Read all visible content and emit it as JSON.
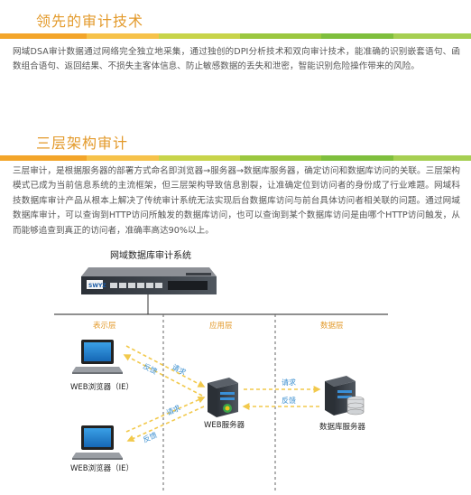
{
  "section1": {
    "title": "领先的审计技术",
    "body": "网域DSA审计数据通过网络完全独立地采集，通过独创的DPI分析技术和双向审计技术，能准确的识别嵌套语句、函数组合语句、返回结果、不损失主客体信息、防止敏感数据的丢失和泄密，智能识别危险操作带来的风险。"
  },
  "section2": {
    "title": "三层架构审计",
    "body": "三层审计，是根据服务器的部署方式命名即浏览器→服务器→数据库服务器，确定访问和数据库访问的关联。三层架构模式已成为当前信息系统的主流框架，但三层架构导致信息割裂，让准确定位到访问者的身份成了行业难题。网域科技数据库审计产品从根本上解决了传统审计系统无法实现后台数据库访问与前台具体访问者相关联的问题。通过网域数据库审计，可以查询到HTTP访问所触发的数据库访问，也可以查询到某个数据库访问是由哪个HTTP访问触发，从而能够追查到真正的访问者，准确率高达90%以上。"
  },
  "colors": {
    "title": "#e39a2b",
    "bar": [
      "#f3a52a",
      "#f6c24a",
      "#c8d44a",
      "#9bc73f",
      "#7fbf3d",
      "#a6cf52"
    ],
    "arrow": "#f2c94c",
    "layer_label": "#e39a2b",
    "arrow_label": "#3b8fd0"
  },
  "diagram": {
    "appliance_title": "网域数据库审计系统",
    "layers": [
      "表示层",
      "应用层",
      "数据层"
    ],
    "client_label": "WEB浏览器（IE）",
    "web_server_label": "WEB服务器",
    "db_server_label": "数据库服务器",
    "request_label": "请求",
    "response_label": "反馈",
    "icons": [
      "laptop-icon",
      "server-tower-icon",
      "database-icon",
      "audit-appliance-icon"
    ]
  }
}
